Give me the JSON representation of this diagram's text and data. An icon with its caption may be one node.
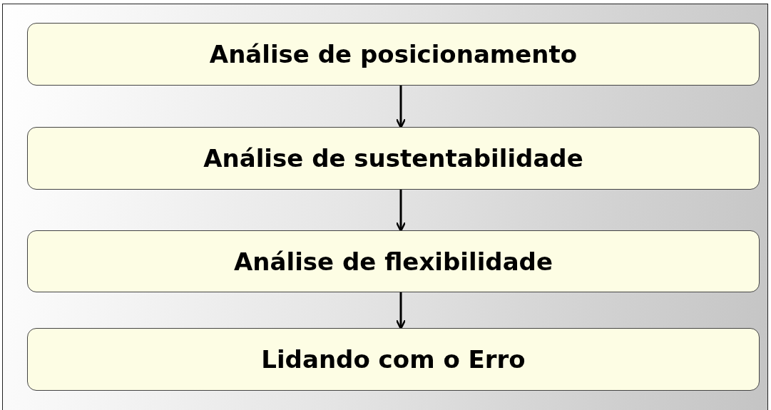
{
  "diagram": {
    "nodes": [
      {
        "text": [
          "Análise de posicionamento"
        ]
      },
      {
        "text": [
          "Análise de sustentabilidade"
        ]
      },
      {
        "text": [
          "Análise de flexibilidade"
        ]
      },
      {
        "text": [
          "Lidando com o Erro"
        ]
      }
    ],
    "edges": [
      {
        "from": 0,
        "to": 1,
        "arrow": "to"
      },
      {
        "from": 1,
        "to": 2,
        "arrow": "to"
      },
      {
        "from": 2,
        "to": 3,
        "arrow": "to"
      }
    ]
  }
}
